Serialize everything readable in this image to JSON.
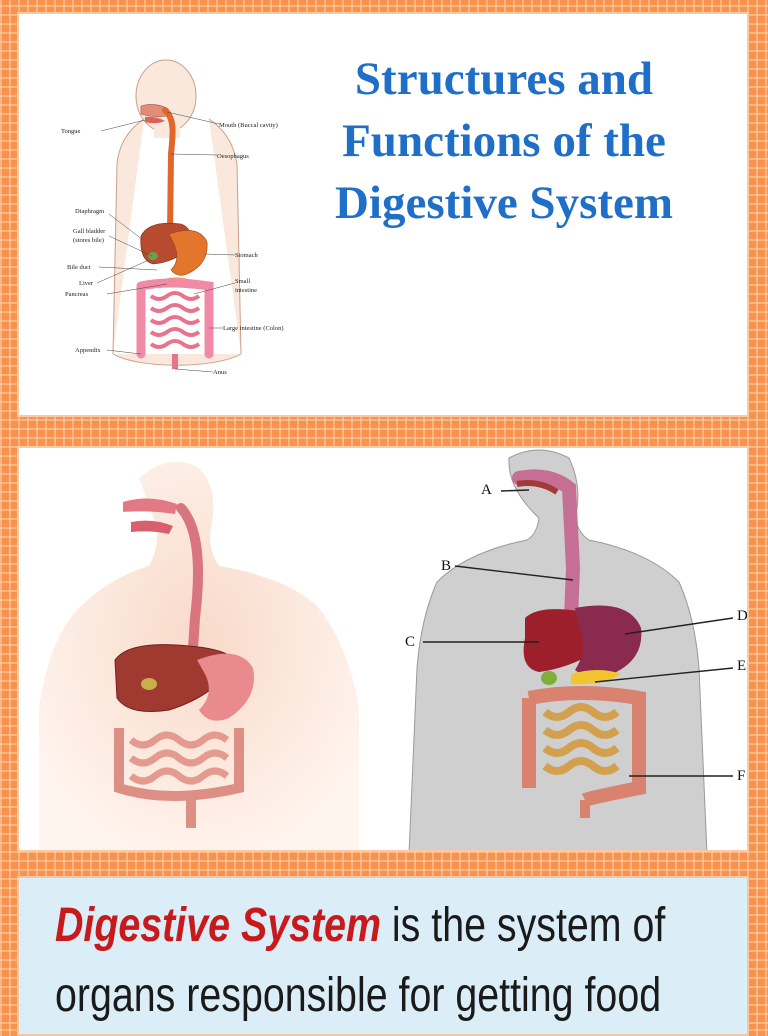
{
  "title": {
    "lines": [
      "Structures and",
      "Functions of the",
      "Digestive System"
    ],
    "color": "#1f6fc8"
  },
  "diagram1": {
    "labels": {
      "mouth": "Mouth (Buccal cavity)",
      "tongue": "Tongue",
      "oesophagus": "Oesophagus",
      "diaphragm": "Diaphragm",
      "gall_bladder_1": "Gall bladder",
      "gall_bladder_2": "(stores bile)",
      "stomach": "Stomach",
      "bile_duct": "Bile duct",
      "liver": "Liver",
      "small_intestine_1": "Small",
      "small_intestine_2": "intestine",
      "pancreas": "Pancreas",
      "large_intestine": "Large intestine (Colon)",
      "appendix": "Appendix",
      "anus": "Anus"
    }
  },
  "diagram3": {
    "labels": [
      "A",
      "B",
      "C",
      "D",
      "E",
      "F"
    ]
  },
  "definition": {
    "emphasis": "Digestive System",
    "line1_rest": " is the system of",
    "line2": "organs responsible for getting food",
    "emphasis_color": "#c8191d"
  }
}
